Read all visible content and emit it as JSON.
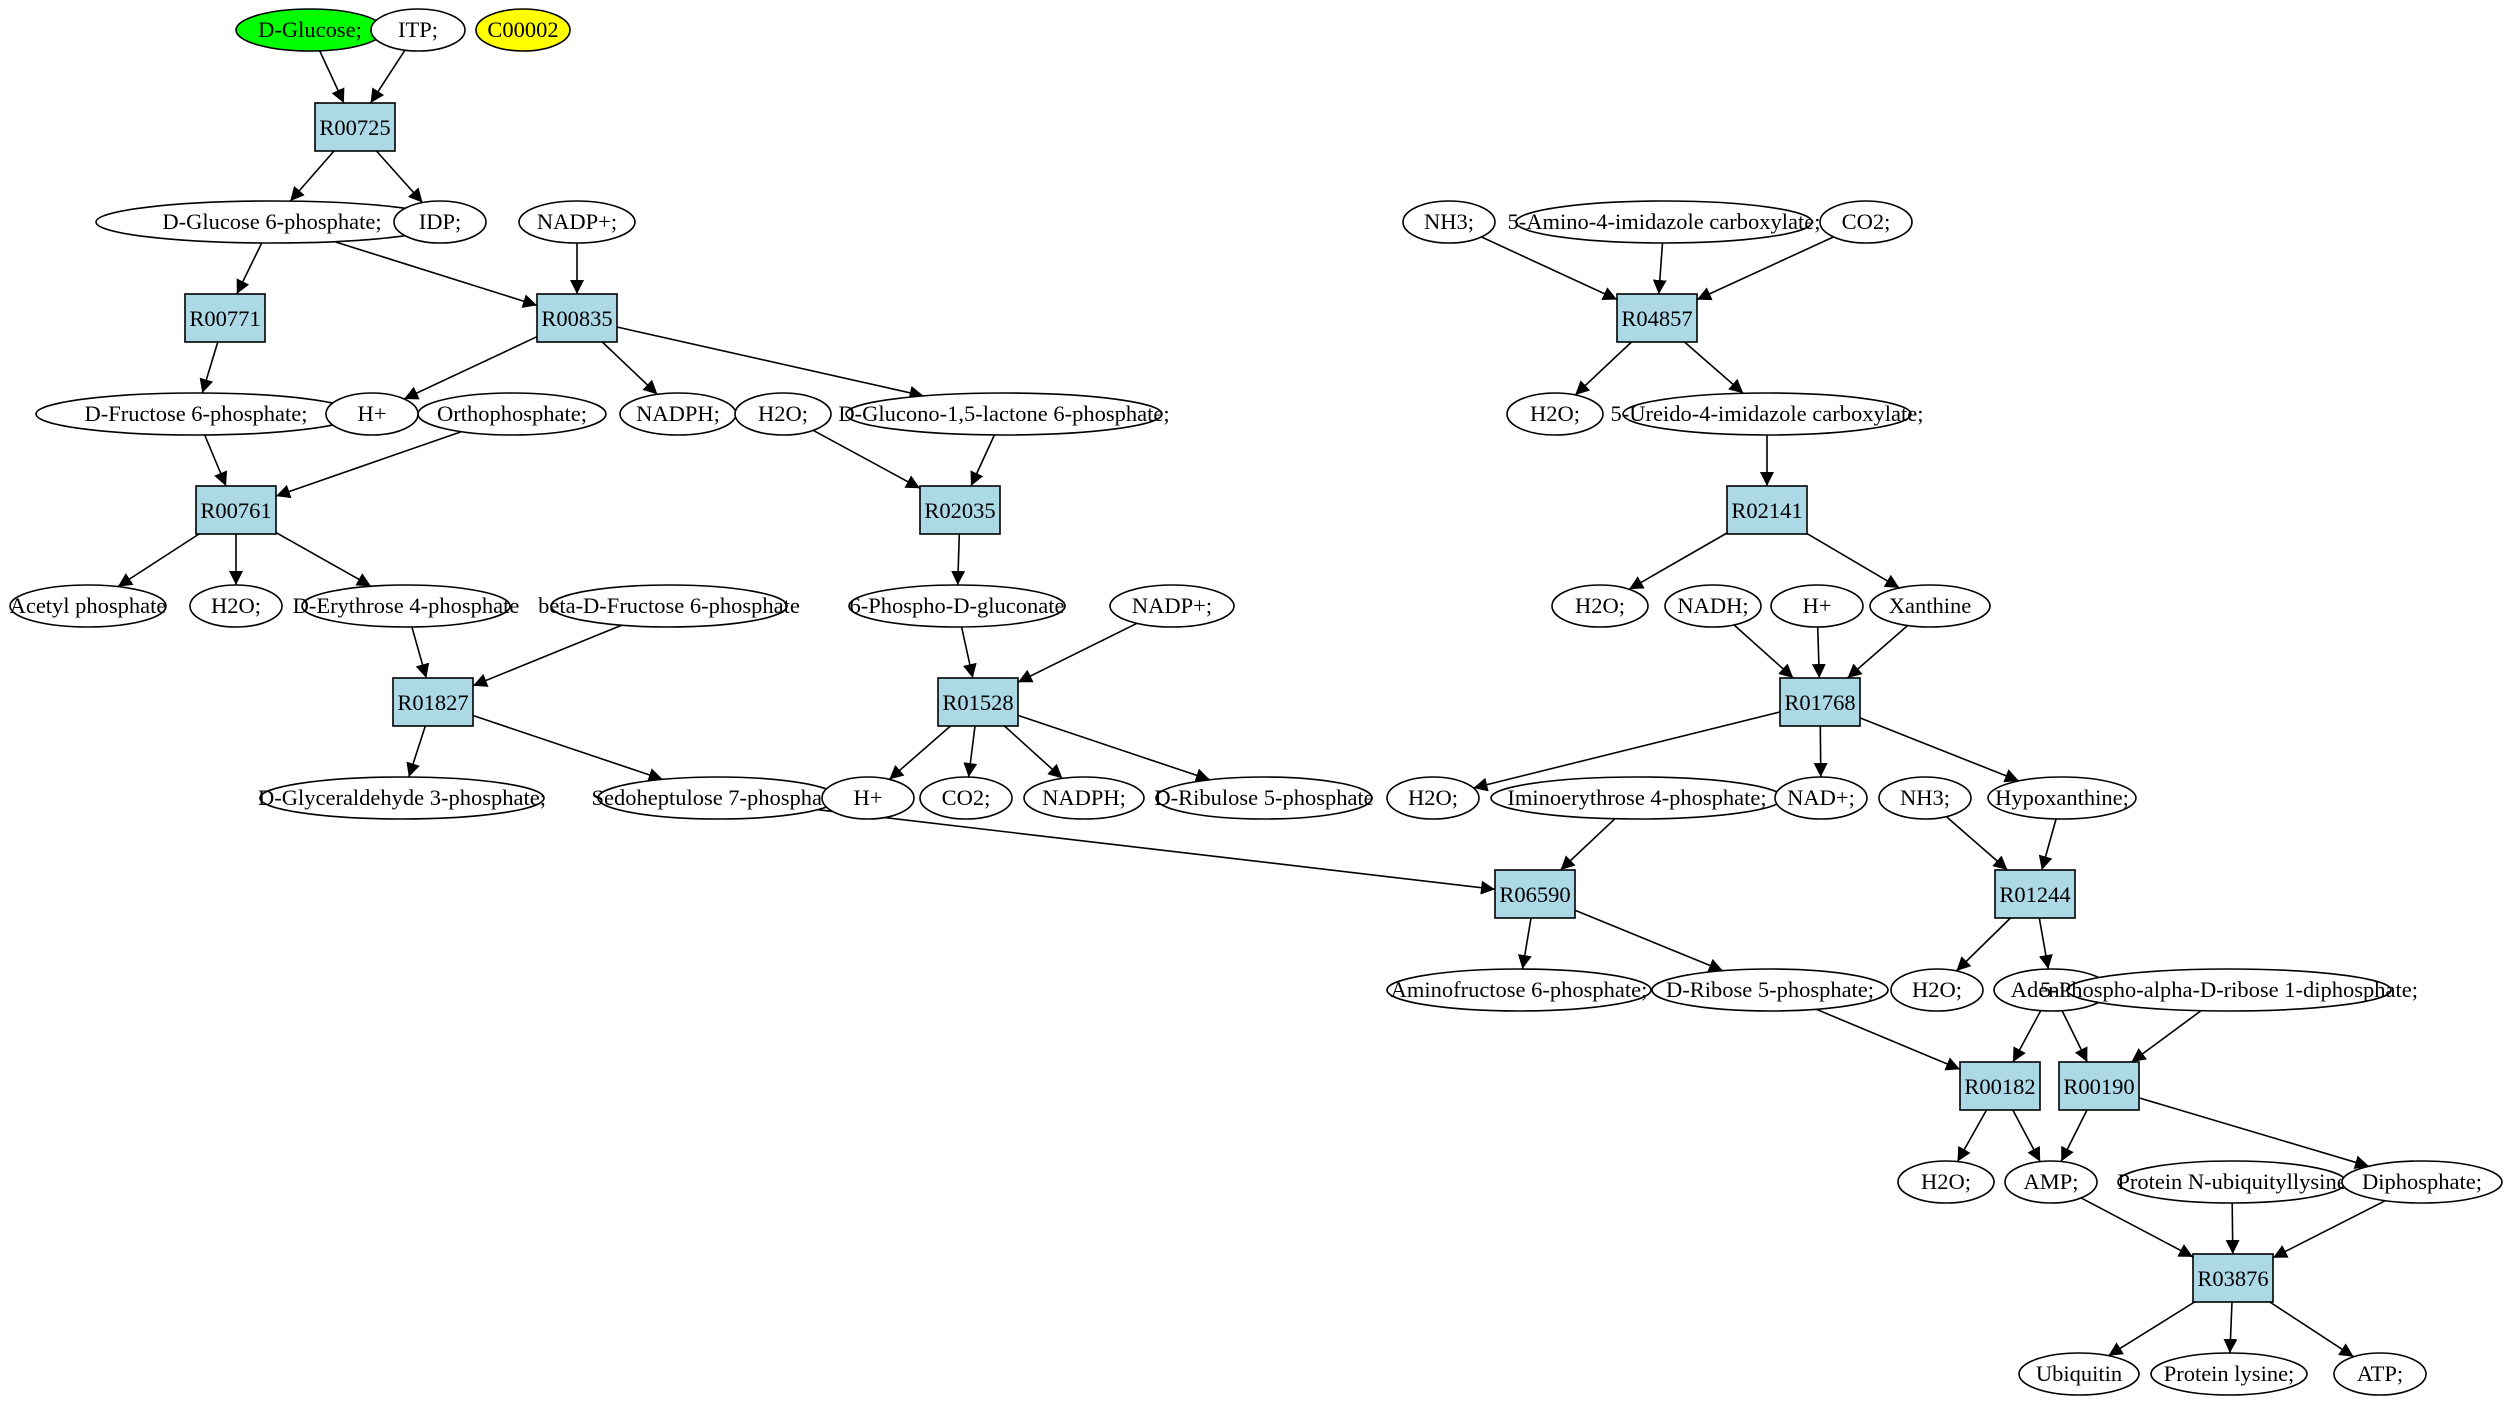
{
  "colors": {
    "background": "#ffffff",
    "compound_fill": "#ffffff",
    "reaction_fill": "#add8e6",
    "highlight_green": "#00ff00",
    "highlight_yellow": "#ffff00",
    "stroke": "#000000"
  },
  "reactions": {
    "R00725": "R00725",
    "R00771": "R00771",
    "R00835": "R00835",
    "R00761": "R00761",
    "R02035": "R02035",
    "R01827": "R01827",
    "R01528": "R01528",
    "R04857": "R04857",
    "R02141": "R02141",
    "R01768": "R01768",
    "R06590": "R06590",
    "R01244": "R01244",
    "R00182": "R00182",
    "R00190": "R00190",
    "R03876": "R03876"
  },
  "compounds": {
    "dglucose": "D-Glucose;",
    "itp": "ITP;",
    "c00002": "C00002",
    "g6p": "D-Glucose 6-phosphate;",
    "idp": "IDP;",
    "nadp_1": "NADP+;",
    "f6p": "D-Fructose 6-phosphate;",
    "hplus_1": "H+",
    "ortho": "Orthophosphate;",
    "nadph_1": "NADPH;",
    "h2o_1": "H2O;",
    "glucono": "D-Glucono-1,5-lactone 6-phosphate;",
    "acetylp": "Acetyl phosphate",
    "h2o_2": "H2O;",
    "erythrose": "D-Erythrose 4-phosphate",
    "betaf6p": "beta-D-Fructose 6-phosphate",
    "phosphogluconate": "6-Phospho-D-gluconate",
    "nadp_2": "NADP+;",
    "gap": "D-Glyceraldehyde 3-phosphate;",
    "s7p": "Sedoheptulose 7-phosphate;",
    "hplus_2": "H+",
    "co2_1": "CO2;",
    "nadph_2": "NADPH;",
    "ribulose5p": "D-Ribulose 5-phosphate",
    "nh3_1": "NH3;",
    "aica": "5-Amino-4-imidazole carboxylate;",
    "co2_2": "CO2;",
    "h2o_3": "H2O;",
    "ureido": "5-Ureido-4-imidazole carboxylate;",
    "h2o_4": "H2O;",
    "nadh": "NADH;",
    "hplus_3": "H+",
    "xanthine": "Xanthine",
    "h2o_5": "H2O;",
    "iminoerythrose": "Iminoerythrose 4-phosphate;",
    "nadplus": "NAD+;",
    "nh3_2": "NH3;",
    "hypoxanthine": "Hypoxanthine;",
    "aminofructose": "Aminofructose 6-phosphate;",
    "ribose5p": "D-Ribose 5-phosphate;",
    "h2o_6": "H2O;",
    "adenine": "Adenine;",
    "prpp": "5-Phospho-alpha-D-ribose 1-diphosphate;",
    "h2o_7": "H2O;",
    "amp": "AMP;",
    "ubiquityllysine": "Protein N-ubiquityllysine",
    "diphosphate": "Diphosphate;",
    "ubiquitin": "Ubiquitin",
    "proteinlysine": "Protein lysine;",
    "atp": "ATP;"
  }
}
